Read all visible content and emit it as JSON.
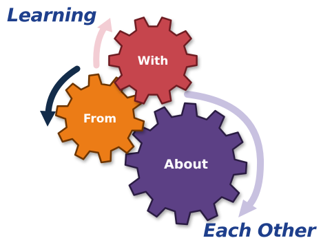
{
  "captions": {
    "top": "Learning",
    "bottom": "Each Other"
  },
  "gears": {
    "with": {
      "label": "With",
      "color": "#c6454d",
      "edge": "#6e1f23"
    },
    "from": {
      "label": "From",
      "color": "#ec7b13",
      "edge": "#6d3605"
    },
    "about": {
      "label": "About",
      "color": "#5b3f85",
      "edge": "#2b1c43"
    }
  },
  "colors": {
    "caption": "#1e3f8c",
    "arrow_top": "#f3cdd4",
    "arrow_left": "#132c4a",
    "arrow_right": "#c8c1e0"
  },
  "icons": [
    "arrow-top",
    "arrow-left",
    "arrow-right"
  ]
}
